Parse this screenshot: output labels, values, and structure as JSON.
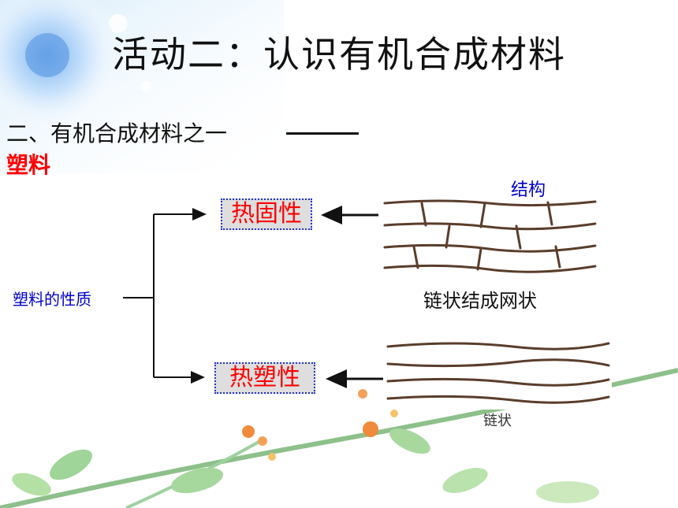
{
  "slide": {
    "title": "活动二：认识有机合成材料",
    "subtitle": "二、有机合成材料之一",
    "highlight": "塑料"
  },
  "diagram": {
    "root_label": "塑料的性质",
    "branch_top": "热固性",
    "branch_bottom": "热塑性",
    "structure_title": "结构",
    "network_caption": "链状结成网状",
    "chain_caption": "链状"
  },
  "colors": {
    "blue": "#0000cc",
    "red": "#ff0000",
    "box_fill": "#dedede",
    "fiber": "#5a3d2b"
  }
}
